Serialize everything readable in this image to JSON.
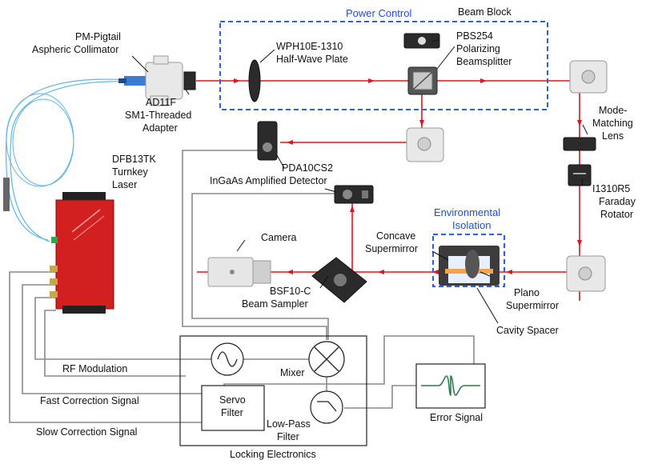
{
  "labels": {
    "power_control": "Power Control",
    "beam_block": "Beam Block",
    "pm_pigtail_1": "PM-Pigtail",
    "pm_pigtail_2": "Aspheric Collimator",
    "wph_1": "WPH10E-1310",
    "wph_2": "Half-Wave Plate",
    "pbs_1": "PBS254",
    "pbs_2": "Polarizing",
    "pbs_3": "Beamsplitter",
    "adapter_1": "AD11F",
    "adapter_2": "SM1-Threaded",
    "adapter_3": "Adapter",
    "mml_1": "Mode-",
    "mml_2": "Matching",
    "mml_3": "Lens",
    "laser_1": "DFB13TK",
    "laser_2": "Turnkey",
    "laser_3": "Laser",
    "pda_1": "PDA10CS2",
    "pda_2": "InGaAs Amplified Detector",
    "faraday_1": "I1310R5",
    "faraday_2": "Faraday",
    "faraday_3": "Rotator",
    "env_1": "Environmental",
    "env_2": "Isolation",
    "camera": "Camera",
    "concave_1": "Concave",
    "concave_2": "Supermirror",
    "plano_1": "Plano",
    "plano_2": "Supermirror",
    "bsf_1": "BSF10-C",
    "bsf_2": "Beam Sampler",
    "cavity_spacer": "Cavity Spacer",
    "rf_modulation": "RF Modulation",
    "mixer": "Mixer",
    "servo_1": "Servo",
    "servo_2": "Filter",
    "fast_correction": "Fast Correction Signal",
    "lowpass_1": "Low-Pass",
    "lowpass_2": "Filter",
    "error_signal": "Error Signal",
    "slow_correction": "Slow Correction Signal",
    "locking_electronics": "Locking Electronics"
  },
  "colors": {
    "beam": "#e0141c",
    "dashed_box": "#2f5de8",
    "blue_text": "#1d4fd8",
    "laser_body": "#d21f1f",
    "error_trace": "#2e7d4f",
    "fiber": "#5fb4e6"
  },
  "icons": {
    "oscillator": "sine-wave-icon",
    "mixer": "mixer-cross-icon",
    "lowpass": "lowpass-filter-icon"
  }
}
